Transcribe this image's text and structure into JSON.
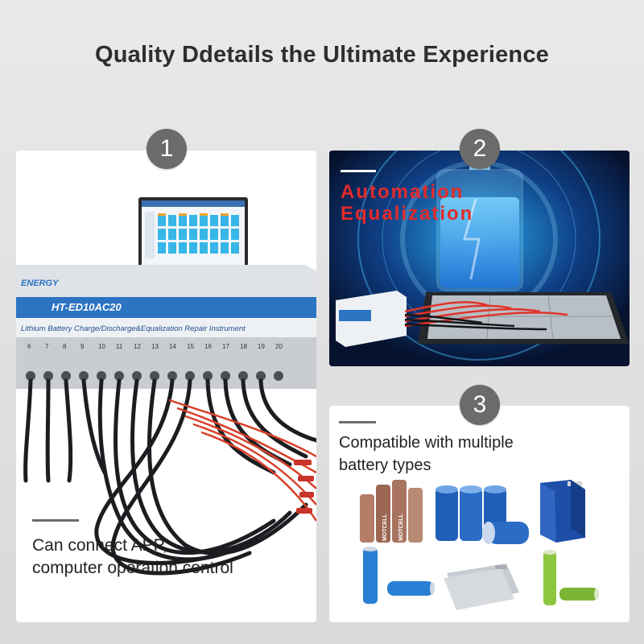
{
  "header": {
    "title": "Quality Ddetails the Ultimate Experience"
  },
  "panels": [
    {
      "number": "1",
      "caption_lines": [
        "Can connect APP,",
        "computer operation control"
      ],
      "device_model": "HT-ED10AC20",
      "device_description": "Lithium Battery Charge/Discharge&Equalization Repair Instrument",
      "brand_fragment": "ENERGY",
      "port_numbers": [
        "6",
        "7",
        "8",
        "9",
        "10",
        "11",
        "12",
        "13",
        "14",
        "15",
        "16",
        "17",
        "18",
        "19",
        "20"
      ]
    },
    {
      "number": "2",
      "caption_lines": [
        "Automation",
        "Equalization"
      ]
    },
    {
      "number": "3",
      "caption_lines": [
        "Compatible with multiple",
        "battery types"
      ],
      "cell_brand": "MOTCELL"
    }
  ],
  "colors": {
    "badge": "#6b6b6b",
    "accent_red": "#e32b2b",
    "cable_red": "#d8402a",
    "battery_blue": "#1f5fb8",
    "battery_green": "#8cc63f"
  },
  "icons": {
    "badge_shape": "circle"
  }
}
